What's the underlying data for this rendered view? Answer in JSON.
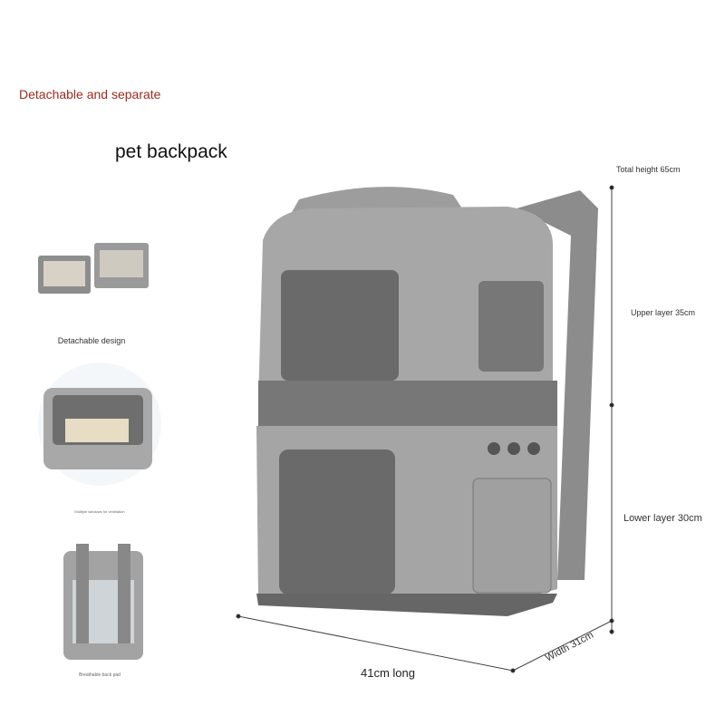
{
  "headline": "Detachable and separate",
  "subheadline": "pet backpack",
  "thumbnails": [
    {
      "caption": "Detachable design"
    },
    {
      "caption": "Multiple windows for ventilation"
    },
    {
      "caption": "Breathable back pad"
    }
  ],
  "dimensions": {
    "total_height": "Total height 65cm",
    "upper_layer": "Upper layer 35cm",
    "lower_layer": "Lower layer 30cm",
    "length": "41cm long",
    "width": "Width 31cm"
  }
}
